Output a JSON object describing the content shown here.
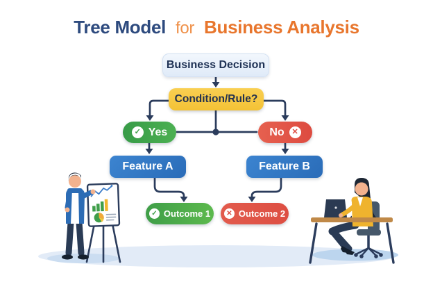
{
  "title": {
    "part1": "Tree Model",
    "part2": "for",
    "part3": "Business Analysis"
  },
  "flowchart": {
    "root": "Business Decision",
    "condition": "Condition/Rule?",
    "yes": "Yes",
    "no": "No",
    "feature_a": "Feature A",
    "feature_b": "Feature B",
    "outcome_1": "Outcome 1",
    "outcome_2": "Outcome 2"
  },
  "icons": {
    "check_glyph": "✓",
    "cross_glyph": "✕"
  },
  "colors": {
    "title_navy": "#2d4a7e",
    "title_orange": "#e8762d",
    "connector_navy": "#2b3c5c",
    "decision_box_bg": "#e4edf9",
    "condition_yellow": "#f5c63e",
    "yes_green": "#43a74e",
    "no_red": "#e1544a",
    "feature_blue": "#2e74c4",
    "outcome_green": "#4aad4b",
    "outcome_red": "#e0554a"
  },
  "illustrations": {
    "left": "man-presenting-at-flipchart",
    "right": "woman-working-on-laptop-at-desk"
  }
}
